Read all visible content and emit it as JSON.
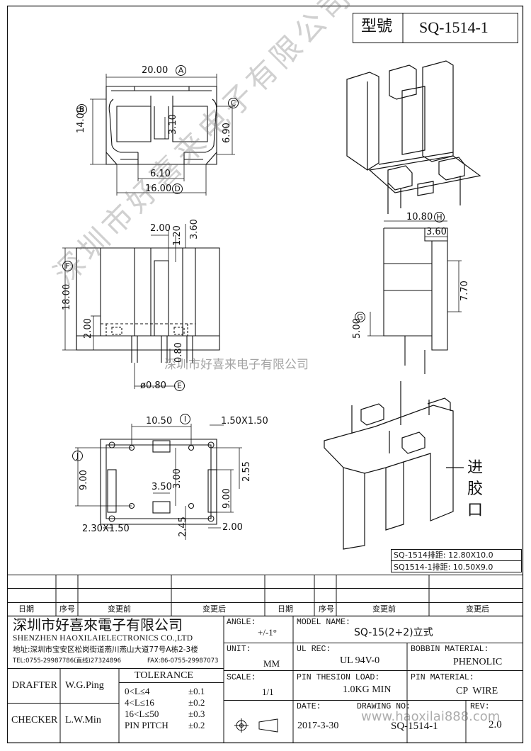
{
  "header": {
    "model_label": "型號",
    "model_value": "SQ-1514-1"
  },
  "dims": {
    "top": {
      "w20": "20.00",
      "mA": "A",
      "h14": "14.00",
      "mB": "B",
      "h310": "3.10",
      "h690": "6.90",
      "mC": "C",
      "w610": "6.10",
      "w16": "16.00",
      "mD": "D"
    },
    "front": {
      "w200": "2.00",
      "w120": "1.20",
      "w360": "3.60",
      "h18": "18.00",
      "mF": "F",
      "h200": "2.00",
      "h080": "0.80",
      "d080": "ø0.80",
      "mE": "E"
    },
    "side": {
      "w1080": "10.80",
      "mH": "H",
      "w360": "3.60",
      "h770": "7.70",
      "h500": "5.00",
      "mG": "G"
    },
    "bottom": {
      "w1050": "10.50",
      "mI": "I",
      "slot1": "1.50X1.50",
      "h900l": "9.00",
      "mJ": "J",
      "h300": "3.00",
      "h255": "2.55",
      "w350": "3.50",
      "h900r": "9.00",
      "slot2": "2.30X1.50",
      "h245": "2.45",
      "w200": "2.00"
    }
  },
  "gate_label": [
    "进",
    "胶",
    "口"
  ],
  "pitch_notes": [
    "SQ-1514排距: 12.80X10.0",
    "SQ1514-1排距: 10.50X9.0"
  ],
  "watermarks": {
    "diagonal": "深圳市好喜来电子有限公司",
    "center": "深圳市好喜来电子有限公司",
    "site": "www.haoxilai888.com"
  },
  "revision_table": {
    "headers": [
      "日期",
      "序号",
      "变更前",
      "变更后",
      "日期",
      "序号",
      "变更前",
      "变更后"
    ]
  },
  "title_block": {
    "company_cn": "深圳市好喜來電子有限公司",
    "company_en": "SHENZHEN HAOXILAIELECTRONICS CO.,LTD",
    "address": "地址:深圳市宝安区松岗街道燕川燕山大道77号A栋2-3楼",
    "tel": "TEL:0755-29987786(直线)27324896",
    "fax": "FAX:86-0755-29987073",
    "drafter_label": "DRAFTER",
    "drafter_name": "W.G.Ping",
    "checker_label": "CHECKER",
    "checker_name": "L.W.Min",
    "tolerance_label": "TOLERANCE",
    "tolerances": [
      {
        "range": "0<L≤4",
        "value": "±0.1"
      },
      {
        "range": "4<L≤16",
        "value": "±0.2"
      },
      {
        "range": "16<L≤50",
        "value": "±0.3"
      },
      {
        "range": "PIN PITCH",
        "value": "±0.2"
      }
    ],
    "angle_label": "ANGLE:",
    "angle_value": "+/-1°",
    "unit_label": "UNIT:",
    "unit_value": "MM",
    "scale_label": "SCALE:",
    "scale_value": "1/1",
    "model_name_label": "MODEL NAME:",
    "model_name_value": "SQ-15(2+2)立式",
    "ul_rec_label": "UL REC:",
    "ul_rec_value": "UL 94V-0",
    "bobbin_label": "BOBBIN MATERIAL:",
    "bobbin_value": "PHENOLIC",
    "pin_load_label": "PIN THESION LOAD:",
    "pin_load_value": "1.0KG MIN",
    "pin_mat_label": "PIN MATERIAL:",
    "pin_mat_value": "CP  WIRE",
    "date_label": "DATE:",
    "date_value": "2017-3-30",
    "drawing_no_label": "DRAWING NO:",
    "drawing_no_value": "SQ-1514-1",
    "rev_label": "REV:",
    "rev_value": "2.0"
  }
}
